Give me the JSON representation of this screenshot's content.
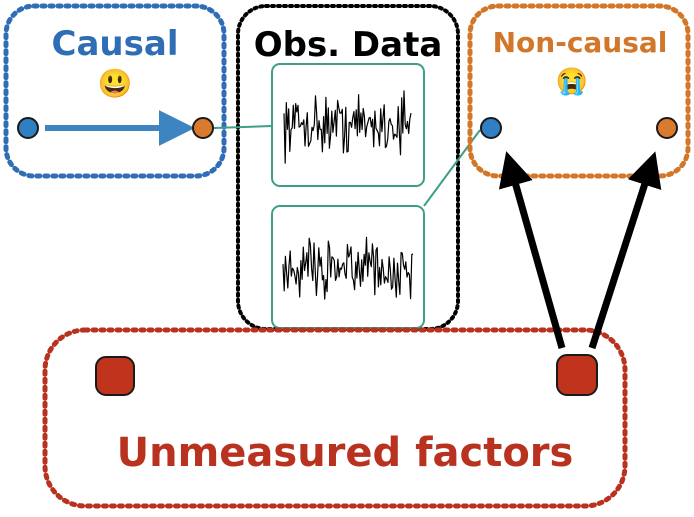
{
  "colors": {
    "blue": "#2f6db5",
    "blue_node": "#2f7fc2",
    "orange": "#d2762a",
    "orange_node": "#d97b2e",
    "black": "#000000",
    "red": "#b8321f",
    "red_node": "#c0331c",
    "teal": "#3e9f88",
    "arrow_blue": "#3d84c1"
  },
  "causal": {
    "title": "Causal",
    "emoji": "😃",
    "emoji_icon": "smiling-face-icon"
  },
  "observed": {
    "title": "Obs. Data"
  },
  "noncausal": {
    "title": "Non-causal",
    "emoji": "😭",
    "emoji_icon": "crying-face-icon"
  },
  "unmeasured": {
    "title": "Unmeasured factors"
  }
}
